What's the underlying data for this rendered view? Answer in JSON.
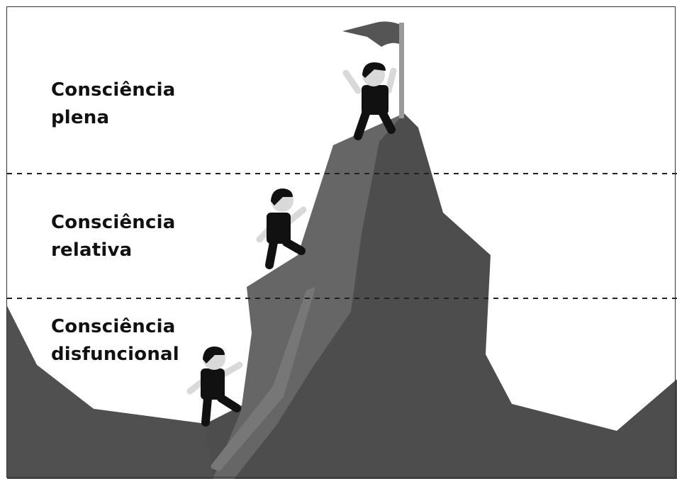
{
  "levels": [
    {
      "line1": "Consciência",
      "line2": "plena"
    },
    {
      "line1": "Consciência",
      "line2": "relativa"
    },
    {
      "line1": "Consciência",
      "line2": "disfuncional"
    }
  ],
  "colors": {
    "background": "#ffffff",
    "mountain_dark": "#4d4d4d",
    "mountain_light": "#666666",
    "ridge": "#777777",
    "figure_body": "#111111",
    "figure_skin": "#d9d9d9",
    "flag": "#555555",
    "divider": "#222222"
  },
  "icons": [
    "flag-icon",
    "climber-icon"
  ]
}
